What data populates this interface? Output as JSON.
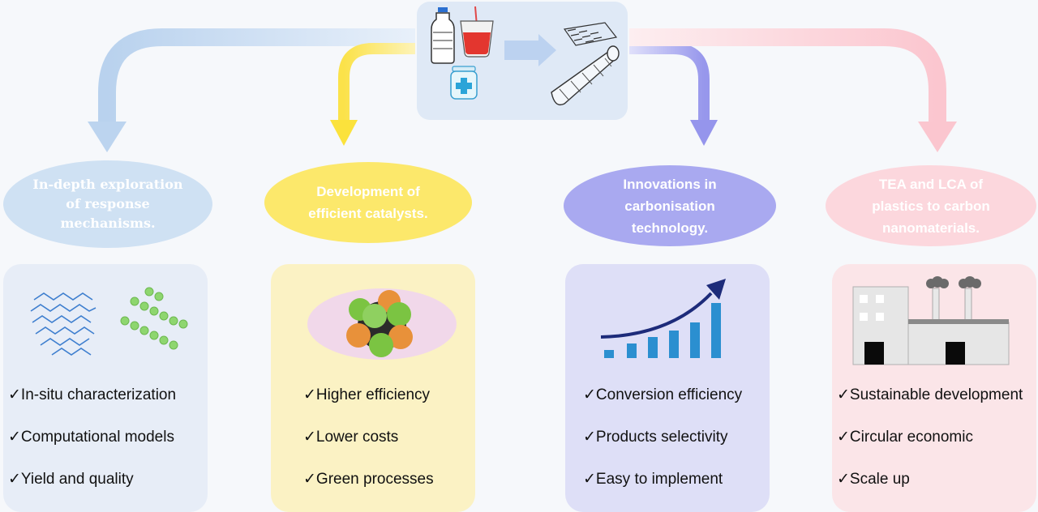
{
  "topics": [
    {
      "title_lines": [
        "In-depth exploration",
        "of response",
        "mechanisms."
      ],
      "bullets": [
        "✓In-situ characterization",
        "✓Computational models",
        "✓Yield and quality"
      ]
    },
    {
      "title_lines": [
        "Development of",
        "efficient catalysts."
      ],
      "bullets": [
        "✓Higher efficiency",
        "✓Lower costs",
        "✓Green processes"
      ]
    },
    {
      "title_lines": [
        "Innovations in",
        "carbonisation",
        "technology."
      ],
      "bullets": [
        "✓Conversion efficiency",
        "✓Products selectivity",
        "✓Easy to implement"
      ]
    },
    {
      "title_lines": [
        "TEA and LCA of",
        "plastics to carbon",
        "nanomaterials."
      ],
      "bullets": [
        "✓Sustainable development",
        "✓Circular economic",
        "✓Scale up"
      ]
    }
  ],
  "colors": {
    "blue_arrow": "#c3d8f0",
    "yellow_arrow": "#fbe64a",
    "purple_arrow": "#9a9aec",
    "pink_arrow": "#fbc8d1"
  }
}
